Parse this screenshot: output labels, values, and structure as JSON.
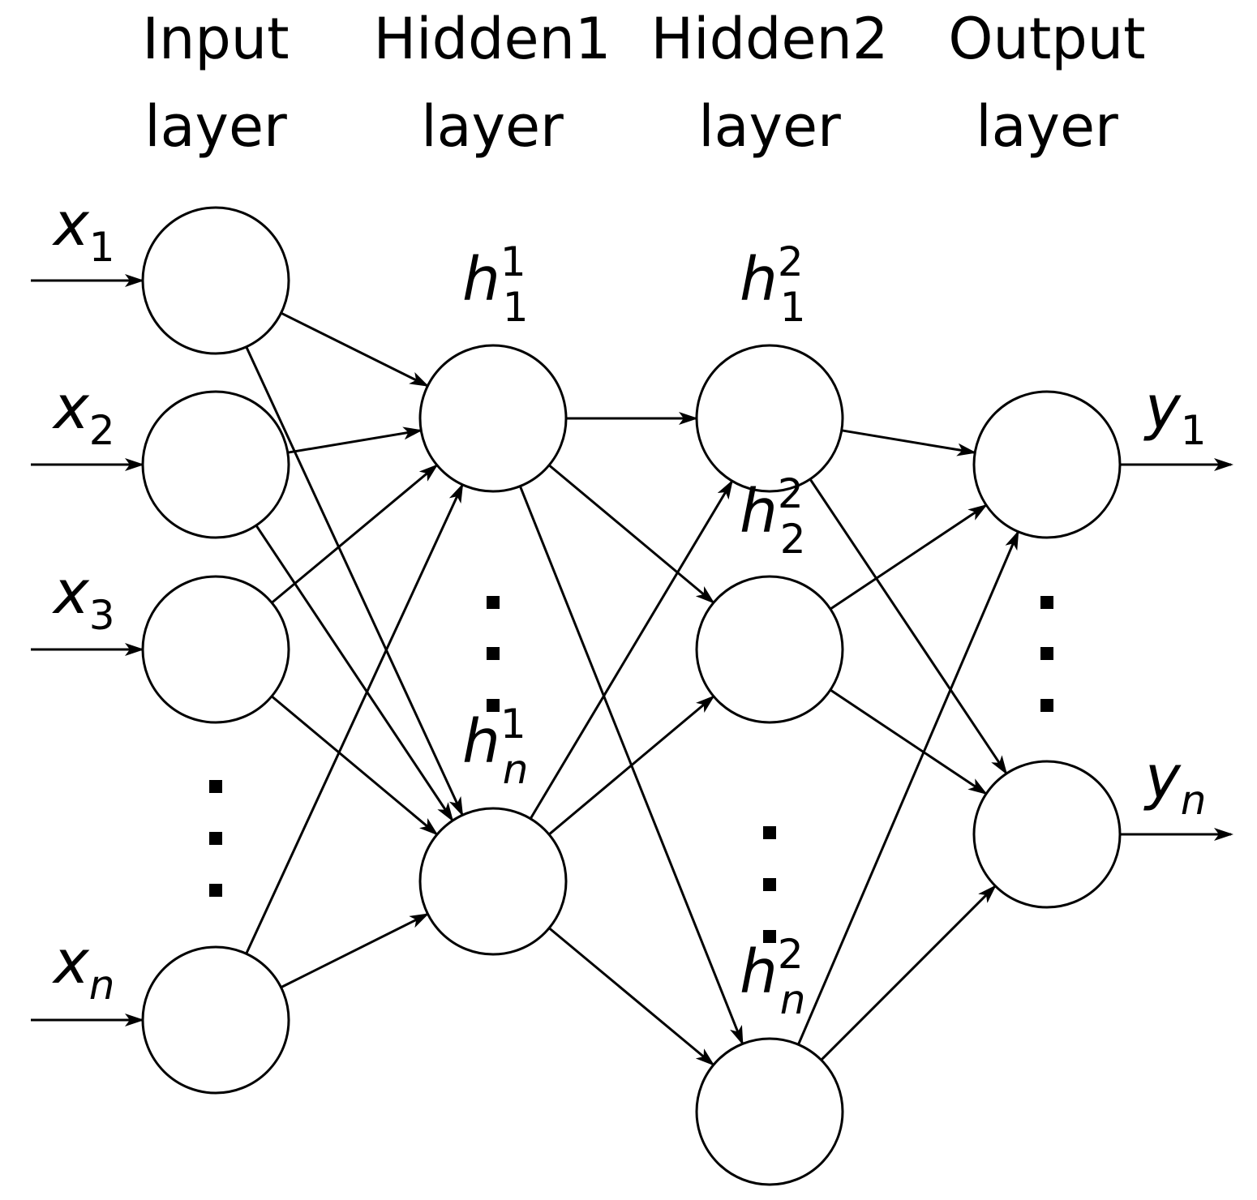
{
  "layers": [
    {
      "name": "Input",
      "word": "layer"
    },
    {
      "name": "Hidden1",
      "word": "layer"
    },
    {
      "name": "Hidden2",
      "word": "layer"
    },
    {
      "name": "Output",
      "word": "layer"
    }
  ],
  "inputs": [
    {
      "base": "x",
      "sub": "1"
    },
    {
      "base": "x",
      "sub": "2"
    },
    {
      "base": "x",
      "sub": "3"
    },
    {
      "base": "x",
      "sub": "n"
    }
  ],
  "hidden1": [
    {
      "base": "h",
      "sub": "1",
      "sup": "1"
    },
    {
      "base": "h",
      "sub": "n",
      "sup": "1"
    }
  ],
  "hidden2": [
    {
      "base": "h",
      "sub": "1",
      "sup": "2"
    },
    {
      "base": "h",
      "sub": "2",
      "sup": "2"
    },
    {
      "base": "h",
      "sub": "n",
      "sup": "2"
    }
  ],
  "outputs": [
    {
      "base": "y",
      "sub": "1"
    },
    {
      "base": "y",
      "sub": "n"
    }
  ],
  "colors": {
    "stroke": "#000000",
    "fill": "#ffffff"
  }
}
